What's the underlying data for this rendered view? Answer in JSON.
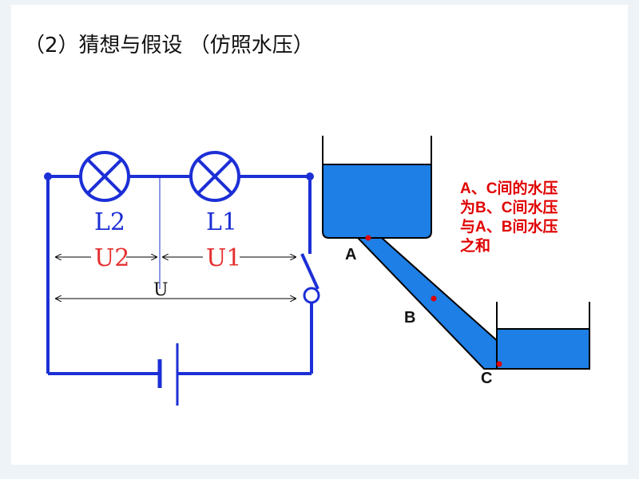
{
  "title": "（2）猜想与假设 （仿照水压）",
  "circuit": {
    "lamp_L2": "L2",
    "lamp_L1": "L1",
    "voltage_U2": "U2",
    "voltage_U1": "U1",
    "voltage_total": "U"
  },
  "water_model": {
    "point_a": "A",
    "point_b": "B",
    "point_c": "C",
    "note_lines": [
      "A、C间的水压",
      "为B、C间水压",
      "与A、B间水压",
      "之和"
    ]
  },
  "colors": {
    "wire": "#1c2fd6",
    "lamp_label": "#1c2fd6",
    "voltage_label": "#e53030",
    "water": "#1e7fe6",
    "container": "#000000",
    "note": "#e00000",
    "marker": "#e00000"
  }
}
